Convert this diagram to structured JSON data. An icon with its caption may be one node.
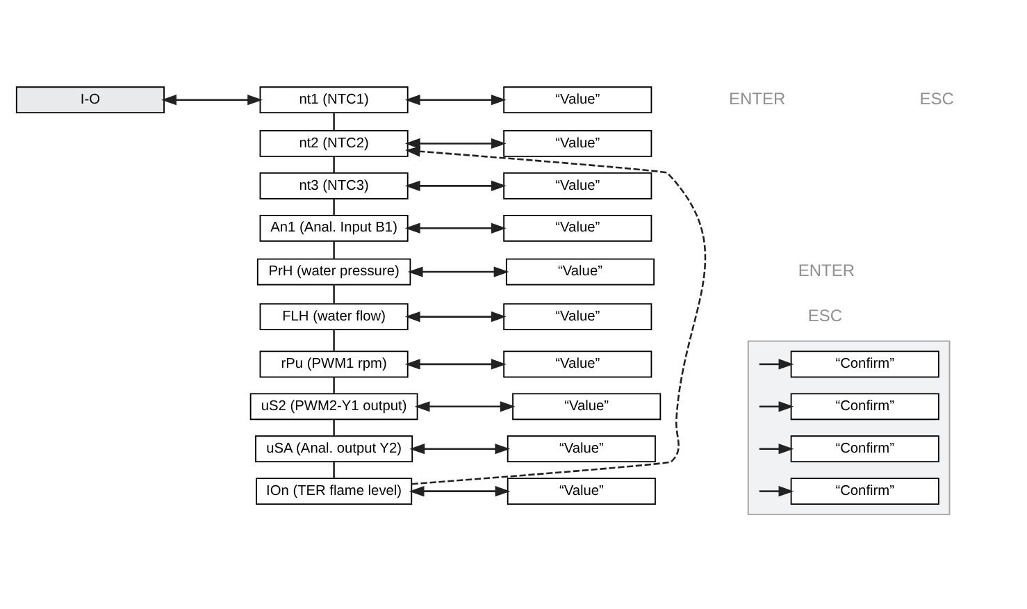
{
  "diagram": {
    "nodes": [
      {
        "text": [
          "I-O"
        ]
      },
      {
        "text": [
          "nt1 (NTC1)"
        ]
      },
      {
        "text": [
          "nt2 (NTC2)"
        ]
      },
      {
        "text": [
          "nt3 (NTC3)"
        ]
      },
      {
        "text": [
          "An1 (Anal. Input B1)"
        ]
      },
      {
        "text": [
          "PrH (water pressure)"
        ]
      },
      {
        "text": [
          "FLH (water flow)"
        ]
      },
      {
        "text": [
          "rPu (PWM1 rpm)"
        ]
      },
      {
        "text": [
          "uS2 (PWM2-Y1 output)"
        ]
      },
      {
        "text": [
          "uSA (Anal. output Y2)"
        ]
      },
      {
        "text": [
          "IOn (TER flame level)"
        ]
      },
      {
        "text": [
          "“Value”"
        ]
      },
      {
        "text": [
          "“Value”"
        ]
      },
      {
        "text": [
          "“Value”"
        ]
      },
      {
        "text": [
          "“Value”"
        ]
      },
      {
        "text": [
          "“Value”"
        ]
      },
      {
        "text": [
          "“Value”"
        ]
      },
      {
        "text": [
          "“Value”"
        ]
      },
      {
        "text": [
          "“Value”"
        ]
      },
      {
        "text": [
          "“Value”"
        ]
      },
      {
        "text": [
          "“Value”"
        ]
      },
      {
        "text": [],
        "shape": "box"
      },
      {
        "text": [
          "“Confirm”"
        ],
        "in": 21
      },
      {
        "text": [
          "“Confirm”"
        ],
        "in": 21
      },
      {
        "text": [
          "“Confirm”"
        ],
        "in": 21
      },
      {
        "text": [
          "“Confirm”"
        ],
        "in": 21
      }
    ],
    "edges": [
      {
        "from": 0,
        "to": 1,
        "arrow": "both"
      },
      {
        "from": 1,
        "to": 2,
        "arrow": "none"
      },
      {
        "from": 2,
        "to": 3,
        "arrow": "none"
      },
      {
        "from": 3,
        "to": 4,
        "arrow": "none"
      },
      {
        "from": 4,
        "to": 5,
        "arrow": "none"
      },
      {
        "from": 5,
        "to": 6,
        "arrow": "none"
      },
      {
        "from": 6,
        "to": 7,
        "arrow": "none"
      },
      {
        "from": 7,
        "to": 8,
        "arrow": "none"
      },
      {
        "from": 8,
        "to": 9,
        "arrow": "none"
      },
      {
        "from": 9,
        "to": 10,
        "arrow": "none"
      },
      {
        "from": 1,
        "to": 11,
        "arrow": "both"
      },
      {
        "from": 2,
        "to": 12,
        "arrow": "both"
      },
      {
        "from": 3,
        "to": 13,
        "arrow": "both"
      },
      {
        "from": 4,
        "to": 14,
        "arrow": "both"
      },
      {
        "from": 5,
        "to": 15,
        "arrow": "both"
      },
      {
        "from": 6,
        "to": 16,
        "arrow": "both"
      },
      {
        "from": 7,
        "to": 17,
        "arrow": "both"
      },
      {
        "from": 8,
        "to": 18,
        "arrow": "both"
      },
      {
        "from": 9,
        "to": 19,
        "arrow": "both"
      },
      {
        "from": 10,
        "to": 20,
        "arrow": "both"
      },
      {
        "from": 10,
        "to": 2,
        "arrow": "to",
        "style": "dashed"
      },
      {
        "from": null,
        "to": 22,
        "arrow": "to"
      },
      {
        "from": null,
        "to": 23,
        "arrow": "to"
      },
      {
        "from": null,
        "to": 24,
        "arrow": "to"
      },
      {
        "from": null,
        "to": 25,
        "arrow": "to"
      }
    ],
    "labels": [
      "ENTER",
      "ESC",
      "ENTER",
      "ESC"
    ]
  }
}
